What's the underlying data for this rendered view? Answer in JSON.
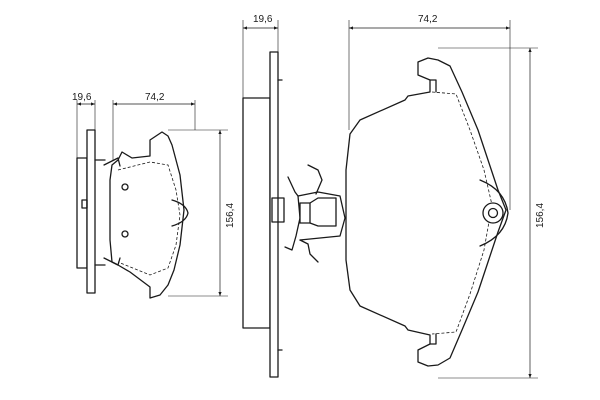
{
  "dimensions": {
    "small_view": {
      "thickness": "19,6",
      "width": "74,2",
      "height": "156,4"
    },
    "large_view": {
      "thickness": "19,6",
      "width": "74,2",
      "height": "156,4"
    }
  },
  "colors": {
    "line": "#1a1a1a",
    "background": "#ffffff"
  }
}
